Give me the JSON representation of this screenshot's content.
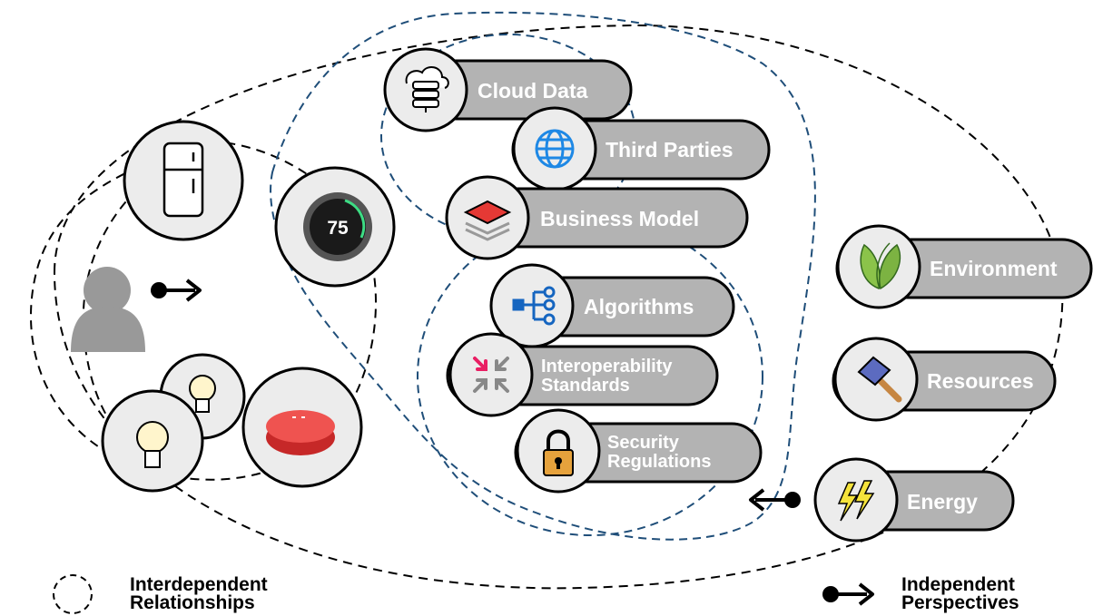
{
  "thermostat": {
    "reading": "75"
  },
  "labels": {
    "cloud_data": "Cloud Data",
    "third_parties": "Third Parties",
    "business_model": "Business Model",
    "algorithms": "Algorithms",
    "interoperability": [
      "Interoperability",
      "Standards"
    ],
    "security": [
      "Security",
      "Regulations"
    ],
    "environment": "Environment",
    "resources": "Resources",
    "energy": "Energy"
  },
  "legend": {
    "interdependent": [
      "Interdependent",
      "Relationships"
    ],
    "independent": [
      "Independent",
      "Perspectives"
    ]
  },
  "colors": {
    "pill_fill": "#b3b3b3",
    "circle_fill": "#ececec",
    "outline": "#000000",
    "dash_black": "#000000",
    "dash_blue": "#1f4e79",
    "globe_blue": "#1e88e5",
    "algo_blue": "#1565c0",
    "interop_pink": "#e91e63",
    "lock_orange": "#e6a23c",
    "leaf_green": "#7cb342",
    "energy_yellow": "#f5e33b",
    "layers_red": "#e53935",
    "speaker_red": "#e53935"
  },
  "icons": [
    "fridge-icon",
    "person-icon",
    "thermostat-icon",
    "bulb-icon",
    "smart-speaker-icon",
    "cloud-server-icon",
    "globe-icon",
    "layers-icon",
    "network-icon",
    "merge-arrows-icon",
    "padlock-icon",
    "leaves-icon",
    "hammer-icon",
    "lightning-icon"
  ]
}
